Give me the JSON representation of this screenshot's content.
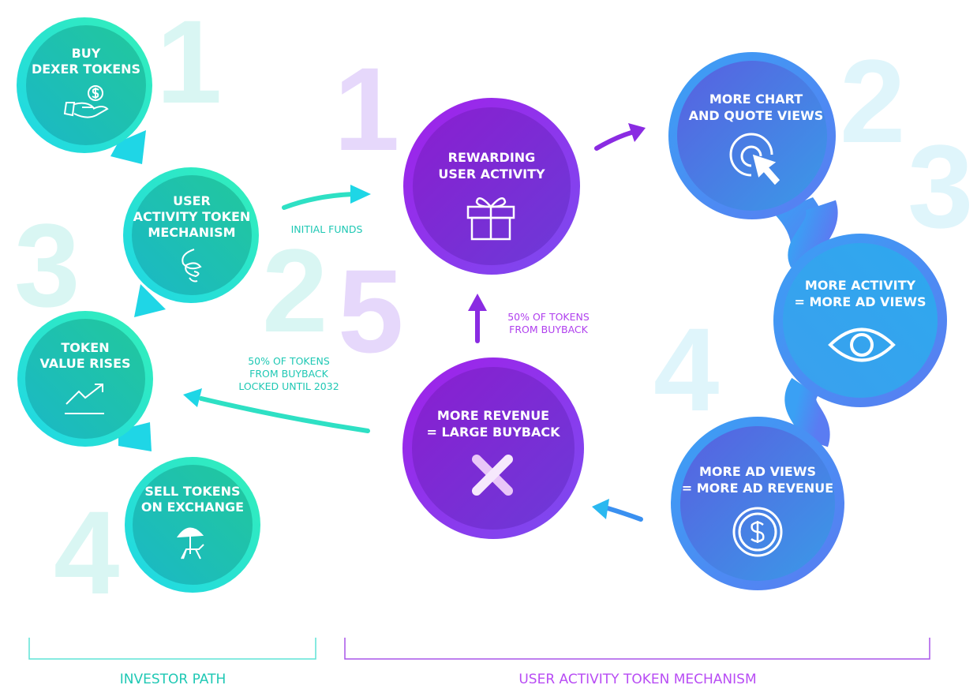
{
  "investor_path": {
    "title": "INVESTOR PATH",
    "steps": [
      {
        "number": "1",
        "lines": [
          "BUY",
          "DEXER TOKENS"
        ],
        "icon": "hand-coin-icon"
      },
      {
        "number": "2",
        "lines": [
          "USER",
          "ACTIVITY TOKEN",
          "MECHANISM"
        ],
        "icon": "spiral-arrow-icon"
      },
      {
        "number": "3",
        "lines": [
          "TOKEN",
          "VALUE RISES"
        ],
        "icon": "trend-up-icon"
      },
      {
        "number": "4",
        "lines": [
          "SELL TOKENS",
          "ON EXCHANGE"
        ],
        "icon": "beach-umbrella-icon"
      }
    ]
  },
  "mechanism": {
    "title": "USER ACTIVITY TOKEN MECHANISM",
    "steps": [
      {
        "number": "1",
        "lines": [
          "REWARDING",
          "USER ACTIVITY"
        ],
        "icon": "gift-icon"
      },
      {
        "number": "2",
        "lines": [
          "MORE CHART",
          "AND QUOTE VIEWS"
        ],
        "icon": "click-target-icon"
      },
      {
        "number": "3",
        "lines": [
          "MORE ACTIVITY",
          "= MORE AD VIEWS"
        ],
        "icon": "eye-icon"
      },
      {
        "number": "4",
        "lines": [
          "MORE AD VIEWS",
          "= MORE AD REVENUE"
        ],
        "icon": "dollar-coin-icon"
      },
      {
        "number": "5",
        "lines": [
          "MORE REVENUE",
          "= LARGE BUYBACK"
        ],
        "icon": "dexer-x-icon"
      }
    ]
  },
  "annotations": {
    "initial_funds": "INITIAL FUNDS",
    "buyback_50": [
      "50% OF TOKENS",
      "FROM BUYBACK"
    ],
    "buyback_locked": [
      "50% OF TOKENS",
      "FROM BUYBACK",
      "LOCKED UNTIL 2032"
    ]
  },
  "colors": {
    "teal": "#22c8b4",
    "cyan": "#1dd8e8",
    "purple": "#8a2be2",
    "blue": "#4a7cf0",
    "faded_teal": "#d9f6f3",
    "faded_purple": "#e6d8fb",
    "faded_blue": "#dff5fb"
  }
}
